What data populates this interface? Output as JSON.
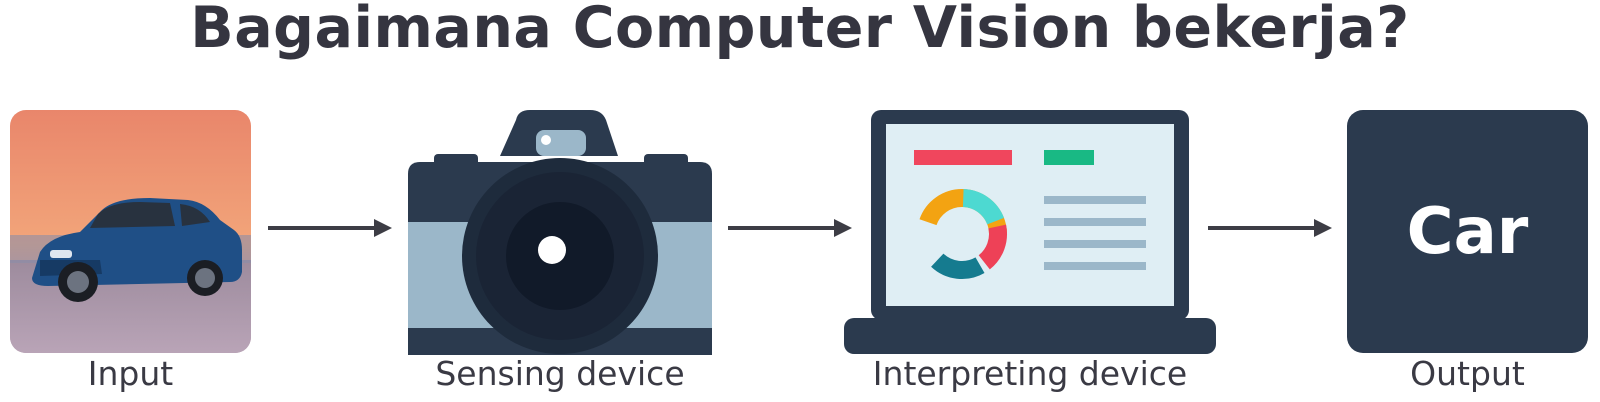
{
  "title": "Bagaimana Computer Vision bekerja?",
  "steps": [
    {
      "label": "Input"
    },
    {
      "label": "Sensing device"
    },
    {
      "label": "Interpreting device"
    },
    {
      "label": "Output",
      "value": "Car"
    }
  ],
  "colors": {
    "dark_navy": "#2b3a4e",
    "camera_light": "#9bb7c9",
    "screen_bg": "#dfeef4",
    "red_bar": "#f0465d",
    "green_bar": "#19b984",
    "donut_orange": "#f3a312",
    "donut_teal": "#4dd9d1",
    "donut_red": "#ee4157",
    "donut_blue": "#157b8f",
    "text": "#3a3a44"
  },
  "icons": [
    "car-photo",
    "camera-icon",
    "laptop-icon",
    "arrow-icon"
  ]
}
